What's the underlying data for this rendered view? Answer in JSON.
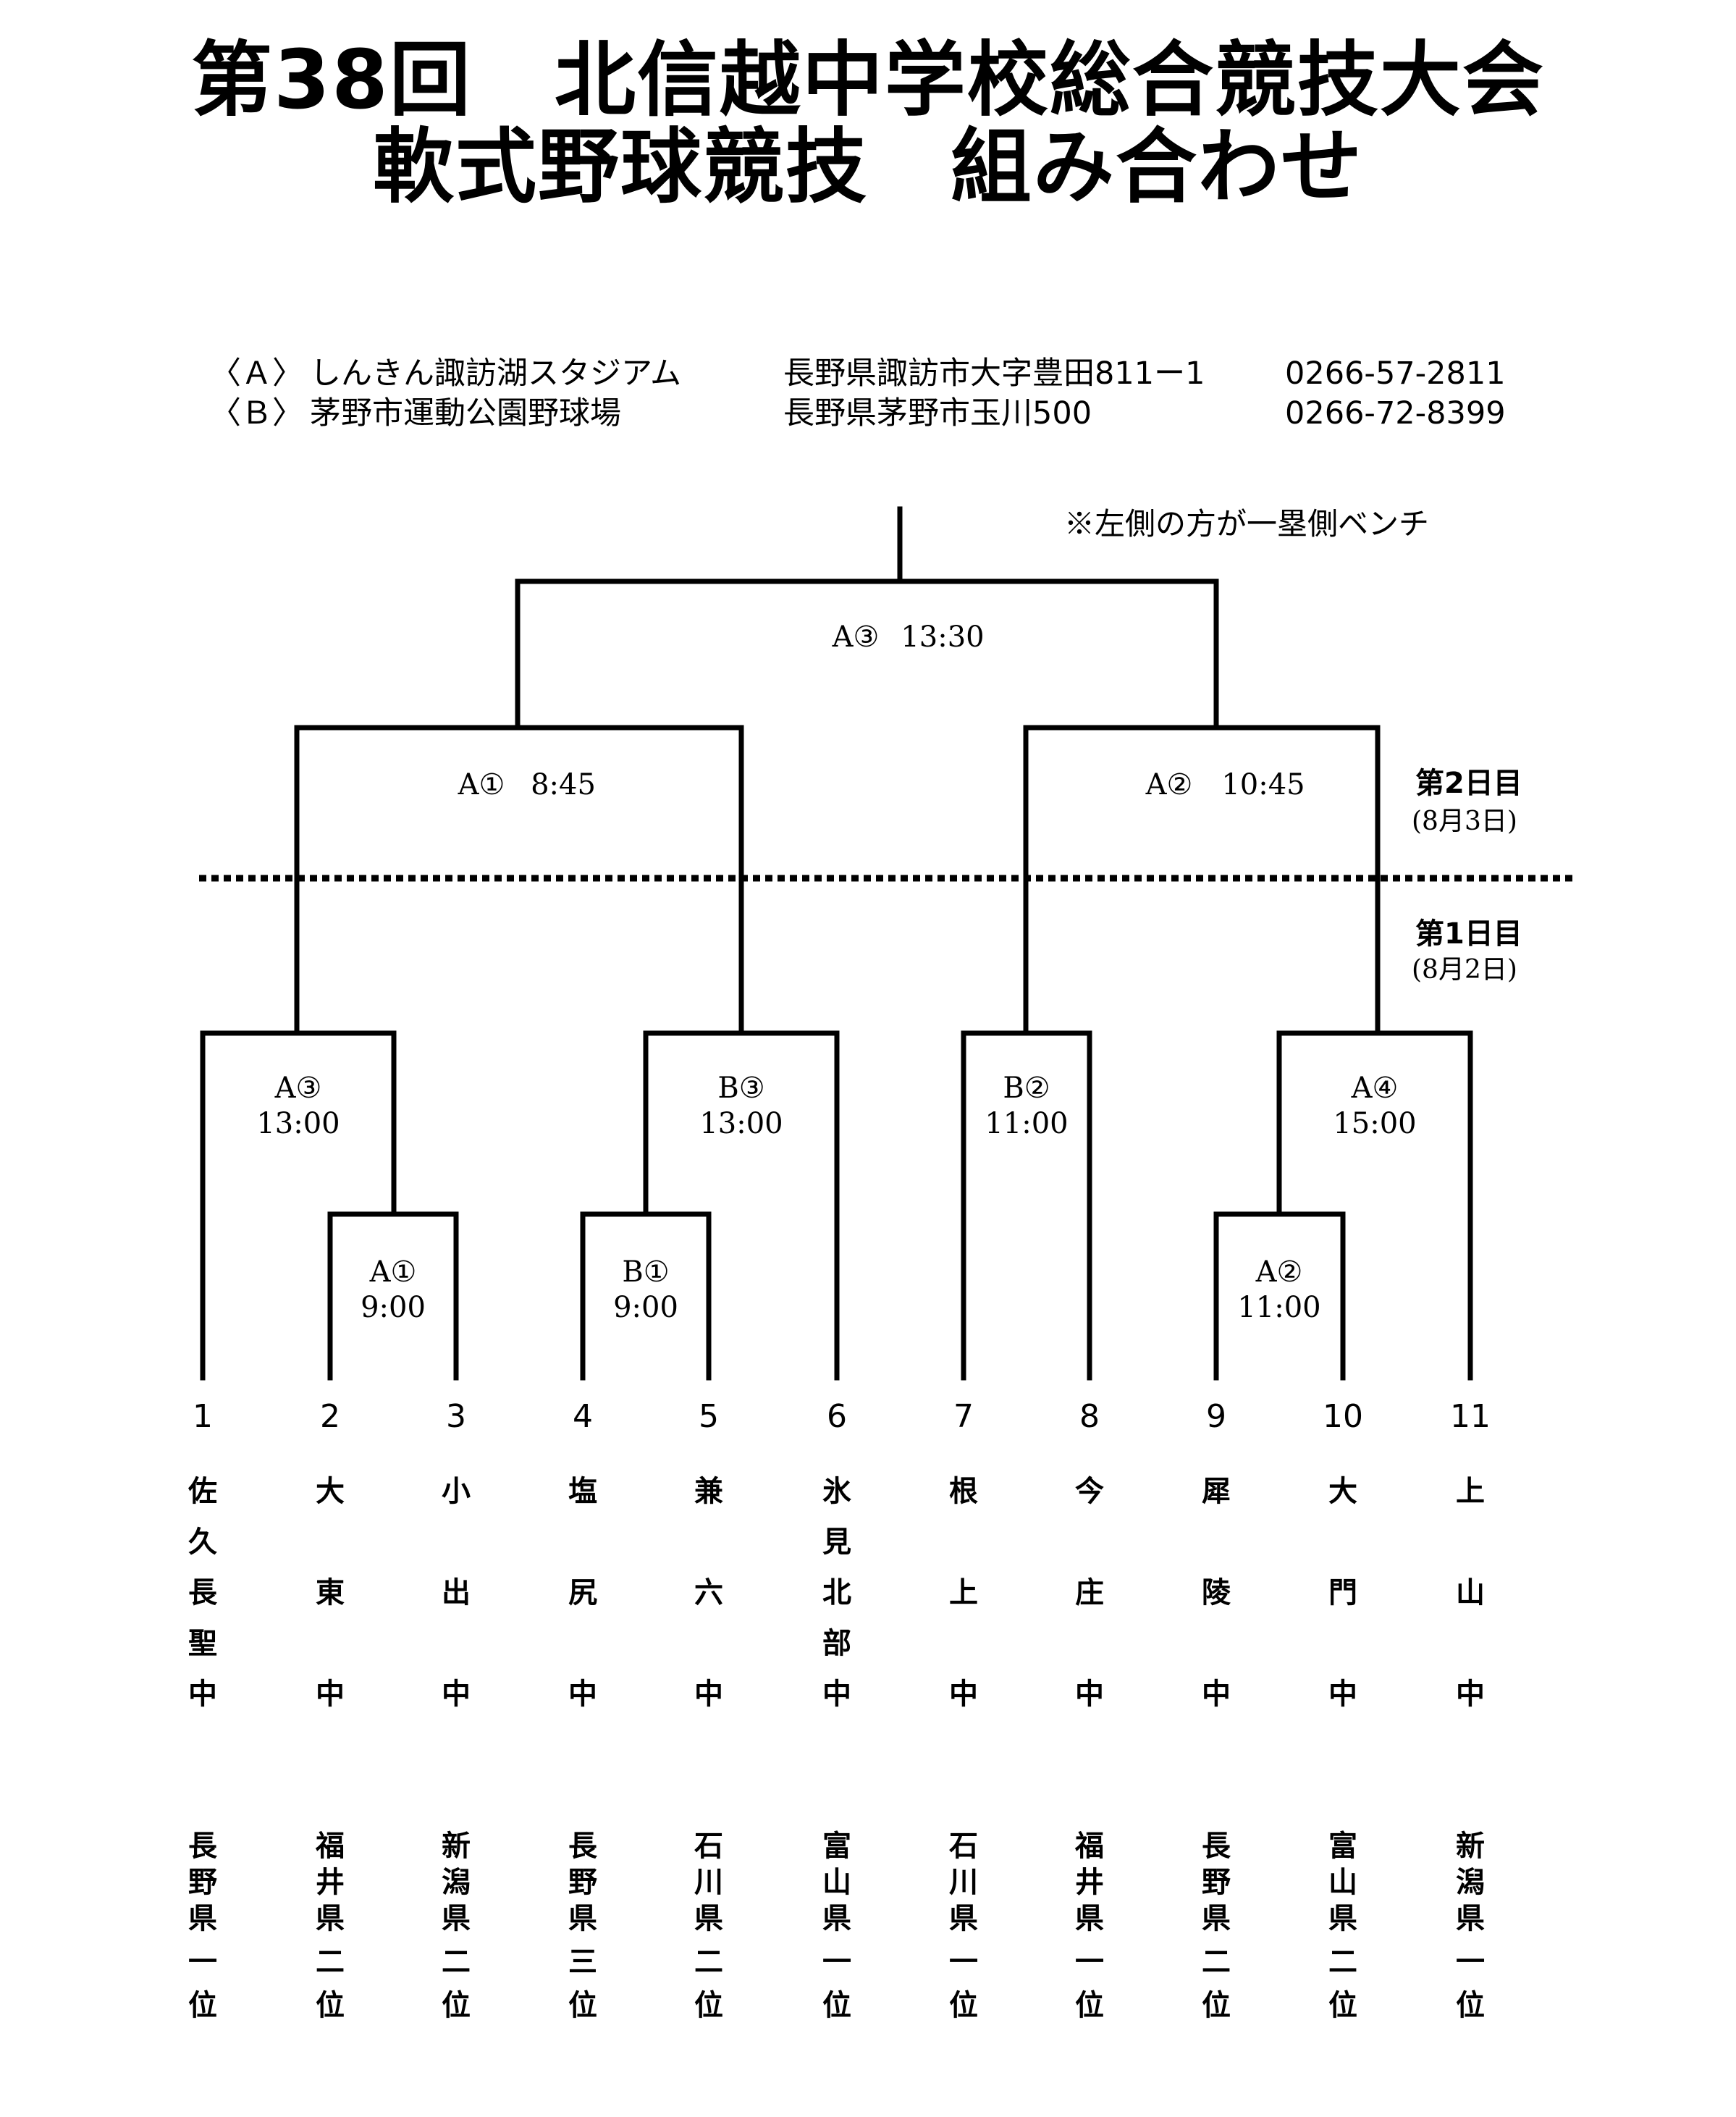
{
  "title": {
    "line1": "第38回　北信越中学校総合競技大会",
    "line2": "軟式野球競技　組み合わせ"
  },
  "venues": [
    {
      "code": "〈Ａ〉",
      "name": "しんきん諏訪湖スタジアム",
      "address": "長野県諏訪市大字豊田811ー1",
      "phone": "0266-57-2811"
    },
    {
      "code": "〈Ｂ〉",
      "name": "茅野市運動公園野球場",
      "address": "長野県茅野市玉川500",
      "phone": "0266-72-8399"
    }
  ],
  "note": "※左側の方が一塁側ベンチ",
  "days": [
    {
      "label": "第2日目",
      "date": "(8月3日)"
    },
    {
      "label": "第1日目",
      "date": "(8月2日)"
    }
  ],
  "games": {
    "final": {
      "code": "A③",
      "time": "13:30"
    },
    "semi_left": {
      "code": "A①",
      "time": "8:45"
    },
    "semi_right": {
      "code": "A②",
      "time": "10:45"
    },
    "r1_a3": {
      "code": "A③",
      "time": "13:00"
    },
    "r1_b3": {
      "code": "B③",
      "time": "13:00"
    },
    "r1_b2": {
      "code": "B②",
      "time": "11:00"
    },
    "r1_a4": {
      "code": "A④",
      "time": "15:00"
    },
    "pre_a1": {
      "code": "A①",
      "time": "9:00"
    },
    "pre_b1": {
      "code": "B①",
      "time": "9:00"
    },
    "pre_a2": {
      "code": "A②",
      "time": "11:00"
    }
  },
  "teams": [
    {
      "number": "1",
      "name_chars": [
        "佐",
        "久",
        "長",
        "聖",
        "中"
      ],
      "placement_chars": [
        "長",
        "野",
        "県",
        "一",
        "位"
      ]
    },
    {
      "number": "2",
      "name_chars": [
        "大",
        "",
        "東",
        "",
        "中"
      ],
      "placement_chars": [
        "福",
        "井",
        "県",
        "二",
        "位"
      ]
    },
    {
      "number": "3",
      "name_chars": [
        "小",
        "",
        "出",
        "",
        "中"
      ],
      "placement_chars": [
        "新",
        "潟",
        "県",
        "二",
        "位"
      ]
    },
    {
      "number": "4",
      "name_chars": [
        "塩",
        "",
        "尻",
        "",
        "中"
      ],
      "placement_chars": [
        "長",
        "野",
        "県",
        "三",
        "位"
      ]
    },
    {
      "number": "5",
      "name_chars": [
        "兼",
        "",
        "六",
        "",
        "中"
      ],
      "placement_chars": [
        "石",
        "川",
        "県",
        "二",
        "位"
      ]
    },
    {
      "number": "6",
      "name_chars": [
        "氷",
        "見",
        "北",
        "部",
        "中"
      ],
      "placement_chars": [
        "富",
        "山",
        "県",
        "一",
        "位"
      ]
    },
    {
      "number": "7",
      "name_chars": [
        "根",
        "",
        "上",
        "",
        "中"
      ],
      "placement_chars": [
        "石",
        "川",
        "県",
        "一",
        "位"
      ]
    },
    {
      "number": "8",
      "name_chars": [
        "今",
        "",
        "庄",
        "",
        "中"
      ],
      "placement_chars": [
        "福",
        "井",
        "県",
        "一",
        "位"
      ]
    },
    {
      "number": "9",
      "name_chars": [
        "犀",
        "",
        "陵",
        "",
        "中"
      ],
      "placement_chars": [
        "長",
        "野",
        "県",
        "二",
        "位"
      ]
    },
    {
      "number": "10",
      "name_chars": [
        "大",
        "",
        "門",
        "",
        "中"
      ],
      "placement_chars": [
        "富",
        "山",
        "県",
        "二",
        "位"
      ]
    },
    {
      "number": "11",
      "name_chars": [
        "上",
        "",
        "山",
        "",
        "中"
      ],
      "placement_chars": [
        "新",
        "潟",
        "県",
        "一",
        "位"
      ]
    }
  ]
}
